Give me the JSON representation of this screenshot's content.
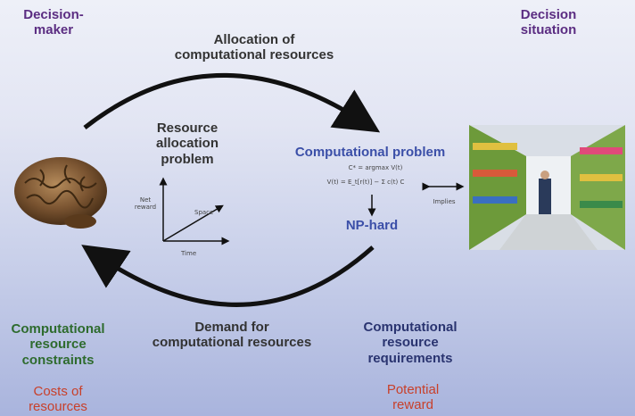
{
  "decision_maker": "Decision-\nmaker",
  "decision_situation": "Decision\nsituation",
  "allocation": "Allocation of\ncomputational resources",
  "demand": "Demand for\ncomputational resources",
  "resource_allocation_problem": "Resource\nallocation\nproblem",
  "computational_problem": "Computational problem",
  "np_hard": "NP-hard",
  "implies": "Implies",
  "axes": {
    "y_label": "Net\nreward",
    "x_label": "Time",
    "diag_label": "Space"
  },
  "formula_line1": "C* = argmax V(t)",
  "formula_line2": "V(t) = E_t[r(t)] − Σ c(t) C",
  "constraints": "Computational\nresource\nconstraints",
  "costs": "Costs of\nresources",
  "requirements": "Computational\nresource\nrequirements",
  "reward": "Potential\nreward",
  "colors": {
    "purple": "#5b2d82",
    "green": "#2e6b2e",
    "navy": "#2a3470",
    "red": "#c8402a",
    "blue": "#3b4fa8"
  }
}
